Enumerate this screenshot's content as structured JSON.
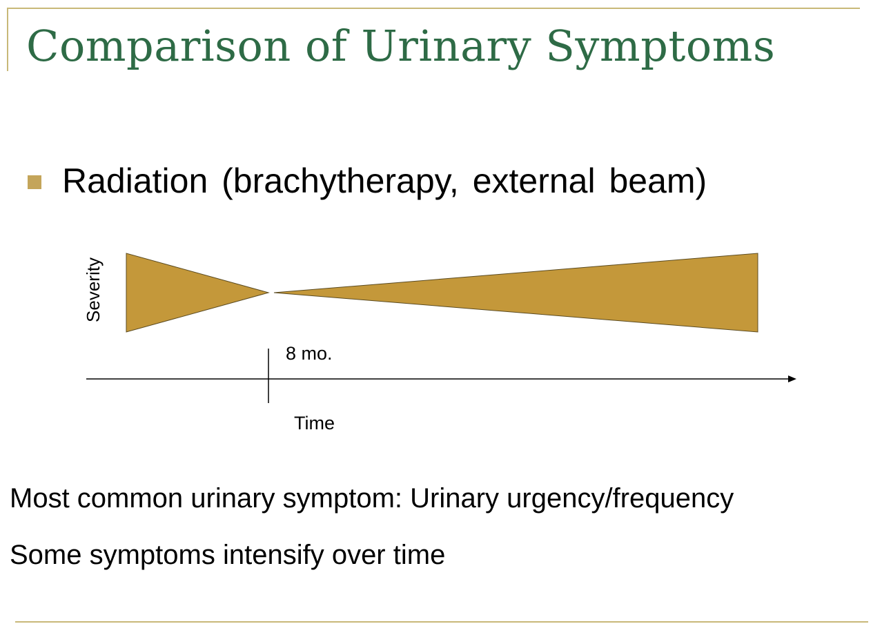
{
  "slide": {
    "title": "Comparison of Urinary Symptoms",
    "bullet": "Radiation (brachytherapy, external beam)",
    "body_lines": [
      "Most common urinary symptom: Urinary urgency/frequency",
      "Some symptoms intensify over time"
    ]
  },
  "diagram": {
    "y_label": "Severity",
    "x_label": "Time",
    "marker_label": "8 mo."
  },
  "colors": {
    "title": "#2e6b46",
    "accent": "#c4a55a",
    "wedge_fill": "#c4983a",
    "rule": "#c8b878"
  }
}
